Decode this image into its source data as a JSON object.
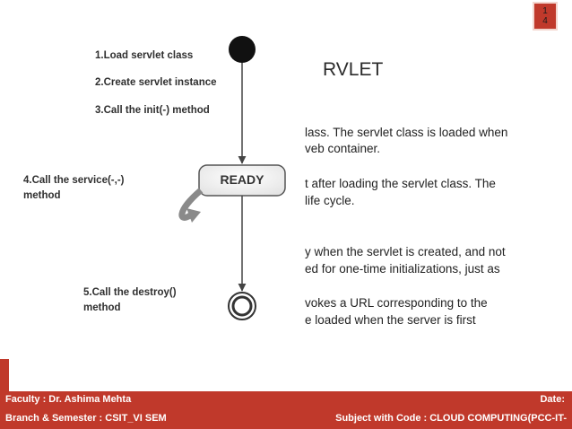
{
  "page_number": [
    "1",
    "4"
  ],
  "slide_title_partial": "RVLET",
  "background_text": [
    "lass. The servlet class is loaded when",
    "veb container.",
    "t after loading the servlet class. The",
    " life cycle.",
    "y when the servlet is created, and not",
    "ed for one-time initializations, just as",
    "vokes a URL corresponding to the",
    "e loaded when the server is first"
  ],
  "diagram": {
    "steps": [
      "1.Load servlet class",
      "2.Create servlet instance",
      "3.Call the init(-) method"
    ],
    "service_label": [
      "4.Call the service(-,-)",
      "method"
    ],
    "destroy_label": [
      "5.Call the destroy()",
      "method"
    ],
    "state_label": "READY"
  },
  "footer": {
    "faculty": "Faculty : Dr. Ashima Mehta",
    "date": "Date:",
    "branch": "Branch  & Semester : CSIT_VI SEM",
    "subject": "Subject with Code : CLOUD COMPUTING(PCC-IT-"
  },
  "colors": {
    "accent": "#c0392b",
    "text": "#222222"
  }
}
